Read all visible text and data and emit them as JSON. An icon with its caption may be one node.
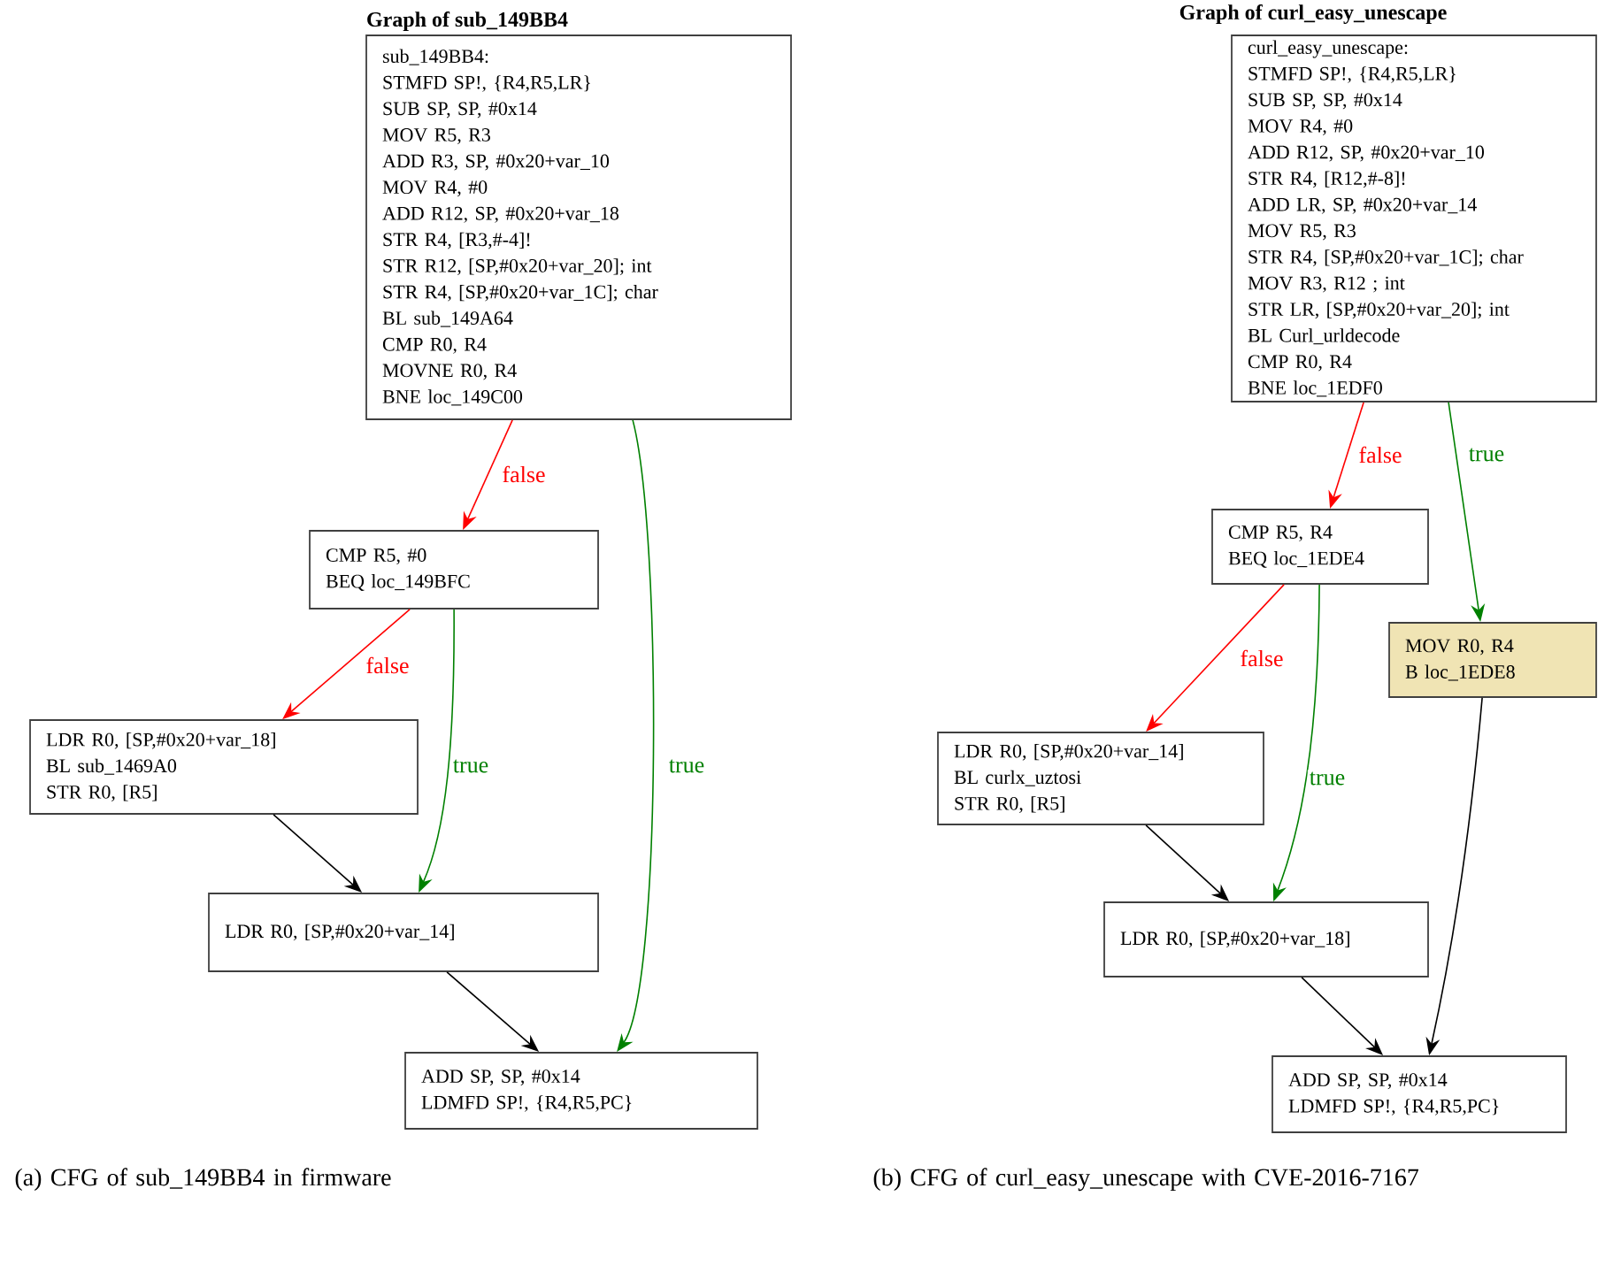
{
  "diagram": {
    "nodes": [
      {
        "text": [
          "sub_149BB4:",
          "STMFD SP!, {R4,R5,LR}",
          "SUB SP, SP, #0x14",
          "MOV R5, R3",
          "ADD R3, SP, #0x20+var_10",
          "MOV R4, #0",
          "ADD R12, SP, #0x20+var_18",
          "STR R4, [R3,#-4]!",
          "STR R12, [SP,#0x20+var_20]; int",
          "STR R4, [SP,#0x20+var_1C]; char",
          "BL sub_149A64",
          "CMP R0, R4",
          "MOVNE R0, R4",
          "BNE loc_149C00"
        ]
      },
      {
        "text": [
          "CMP R5, #0",
          "BEQ loc_149BFC"
        ]
      },
      {
        "text": [
          "LDR R0, [SP,#0x20+var_18]",
          "BL sub_1469A0",
          "STR R0, [R5]"
        ]
      },
      {
        "text": [
          "LDR R0, [SP,#0x20+var_14]"
        ]
      },
      {
        "text": [
          "ADD SP, SP, #0x14",
          "LDMFD SP!, {R4,R5,PC}"
        ]
      },
      {
        "text": [
          "curl_easy_unescape:",
          "STMFD SP!, {R4,R5,LR}",
          "SUB SP, SP, #0x14",
          "MOV R4, #0",
          "ADD R12, SP, #0x20+var_10",
          "STR R4, [R12,#-8]!",
          "ADD LR, SP, #0x20+var_14",
          "MOV R5, R3",
          "STR R4, [SP,#0x20+var_1C]; char",
          "MOV R3, R12 ; int",
          "STR LR, [SP,#0x20+var_20]; int",
          "BL Curl_urldecode",
          "CMP R0, R4",
          "BNE loc_1EDF0"
        ]
      },
      {
        "text": [
          "CMP R5, R4",
          "BEQ loc_1EDE4"
        ]
      },
      {
        "text": [
          "MOV R0, R4",
          "B loc_1EDE8"
        ]
      },
      {
        "text": [
          "LDR R0, [SP,#0x20+var_14]",
          "BL curlx_uztosi",
          "STR R0, [R5]"
        ]
      },
      {
        "text": [
          "LDR R0, [SP,#0x20+var_18]"
        ]
      },
      {
        "text": [
          "ADD SP, SP, #0x14",
          "LDMFD SP!, {R4,R5,PC}"
        ]
      }
    ],
    "edges": [
      {
        "from": 0,
        "to": 1,
        "arrow": "to",
        "label": "false",
        "color": "#ff0000"
      },
      {
        "from": 0,
        "to": 4,
        "arrow": "to",
        "label": "true",
        "color": "#008000"
      },
      {
        "from": 1,
        "to": 2,
        "arrow": "to",
        "label": "false",
        "color": "#ff0000"
      },
      {
        "from": 1,
        "to": 3,
        "arrow": "to",
        "label": "true",
        "color": "#008000"
      },
      {
        "from": 2,
        "to": 3,
        "arrow": "to",
        "color": "#000000"
      },
      {
        "from": 3,
        "to": 4,
        "arrow": "to",
        "color": "#000000"
      },
      {
        "from": 5,
        "to": 6,
        "arrow": "to",
        "label": "false",
        "color": "#ff0000"
      },
      {
        "from": 5,
        "to": 7,
        "arrow": "to",
        "label": "true",
        "color": "#008000"
      },
      {
        "from": 6,
        "to": 8,
        "arrow": "to",
        "label": "false",
        "color": "#ff0000"
      },
      {
        "from": 6,
        "to": 9,
        "arrow": "to",
        "label": "true",
        "color": "#008000"
      },
      {
        "from": 8,
        "to": 9,
        "arrow": "to",
        "color": "#000000"
      },
      {
        "from": 7,
        "to": 10,
        "arrow": "to",
        "color": "#000000"
      },
      {
        "from": 9,
        "to": 10,
        "arrow": "to",
        "color": "#000000"
      }
    ],
    "labels": [
      "Graph of sub_149BB4",
      "Graph of curl_easy_unescape",
      "(a) CFG of sub_149BB4 in firmware",
      "(b) CFG of curl_easy_unescape with CVE-2016-7167"
    ]
  }
}
